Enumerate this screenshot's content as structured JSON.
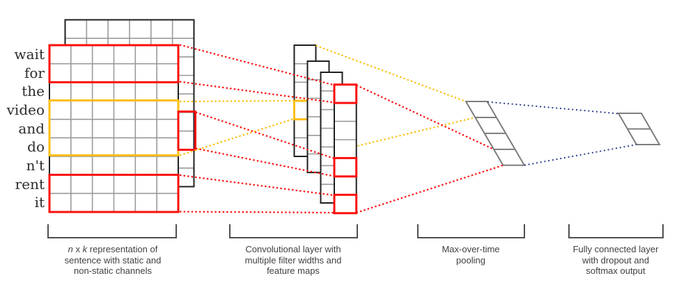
{
  "figure": {
    "sentence": {
      "words": [
        "wait",
        "for",
        "the",
        "video",
        "and",
        "do",
        "n't",
        "rent",
        "it"
      ]
    },
    "captions": [
      {
        "math_n": "n",
        "math_sep": " x ",
        "math_k": "k",
        "line1_rest": " representation of",
        "line2": "sentence with static and",
        "line3": "non-static channels"
      },
      {
        "line1": "Convolutional layer with",
        "line2": "multiple filter widths and",
        "line3": "feature maps"
      },
      {
        "line1": "Max-over-time",
        "line2": "pooling",
        "line3": ""
      },
      {
        "line1": "Fully connected layer",
        "line2": "with dropout and",
        "line3": "softmax output"
      }
    ],
    "colors": {
      "red": "#fa0f0c",
      "yellow": "#fdbe10",
      "navy": "#2e3c8a",
      "grid_outer": "#1f1f1f",
      "grid_inner": "#9a9a9a",
      "pool_stroke": "#7d7d7d",
      "bracket": "#4f4f4f",
      "caption_text": "#414141",
      "word_text": "#2d2d2d"
    }
  }
}
